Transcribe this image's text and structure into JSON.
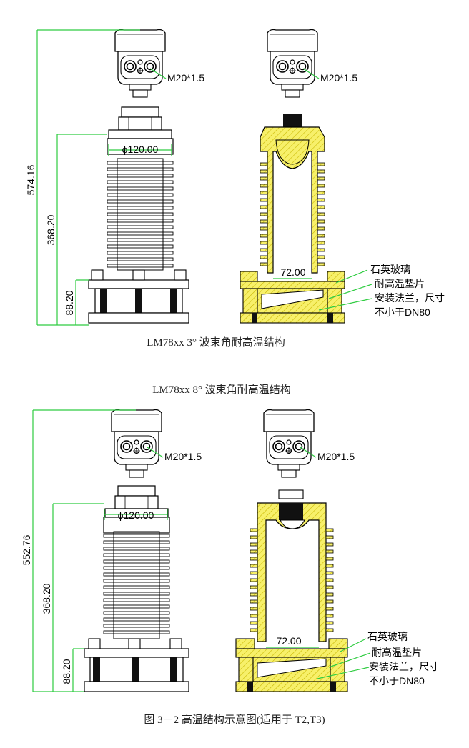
{
  "diagram_top": {
    "caption": "LM78xx 3° 波束角耐高温结构",
    "left_view": {
      "thread_label": "M20*1.5",
      "diameter_label": "ϕ120.00",
      "overall_height": "574.16",
      "fin_height": "368.20",
      "flange_height": "88.20"
    },
    "right_view": {
      "thread_label": "M20*1.5",
      "inner_width": "72.00",
      "callouts": [
        "石英玻璃",
        "耐高温垫片",
        "安装法兰，尺寸",
        "不小于DN80"
      ]
    }
  },
  "diagram_bottom": {
    "caption": "LM78xx 8° 波束角耐高温结构",
    "left_view": {
      "thread_label": "M20*1.5",
      "diameter_label": "ϕ120.00",
      "overall_height": "552.76",
      "fin_height": "368.20",
      "flange_height": "88.20"
    },
    "right_view": {
      "thread_label": "M20*1.5",
      "inner_width": "72.00",
      "callouts": [
        "石英玻璃",
        "耐高温垫片",
        "安装法兰，尺寸",
        "不小于DN80"
      ]
    }
  },
  "figure_caption": "图 3－2 高温结构示意图(适用于 T2,T3)",
  "colors": {
    "dimension_line": "#2ecc40",
    "hatch_fill": "#f7f06a",
    "outline": "#000000"
  }
}
